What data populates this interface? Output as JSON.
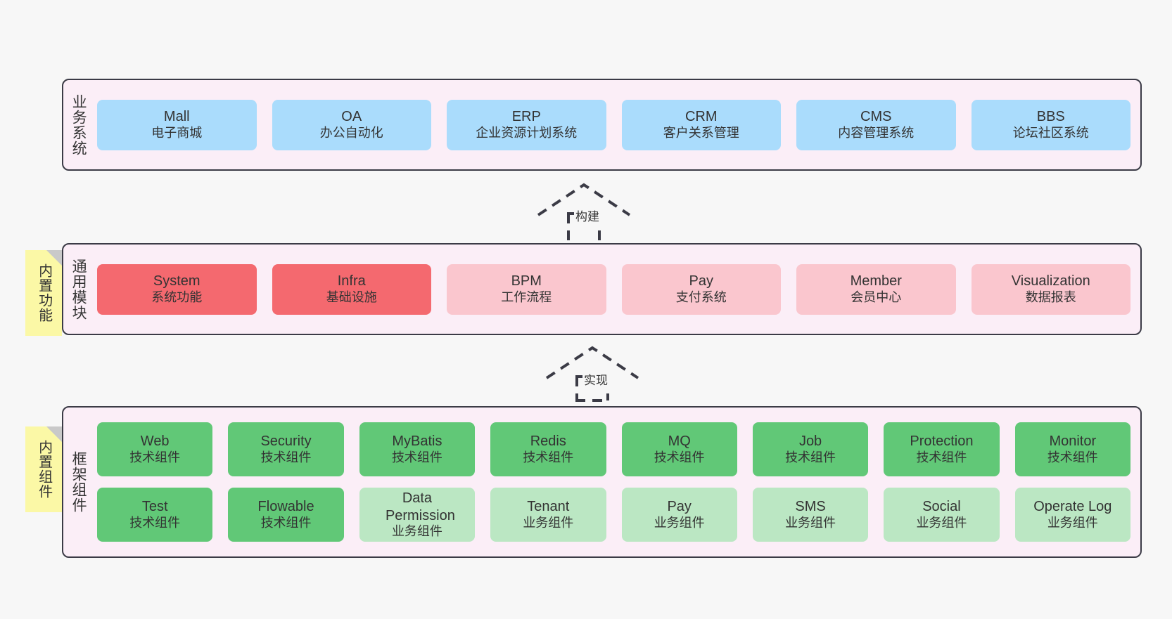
{
  "diagram": {
    "title": "ruoyi-vue-pro architecture layers",
    "background_color": "#f7f7f7",
    "layer_fill": "#fbeef7",
    "layer_border": "#3b3b46",
    "note_fill": "#fbf8a6"
  },
  "layers": [
    {
      "id": "business-system",
      "title": "业务系统",
      "rows": [
        {
          "nodes": [
            {
              "name": "Mall",
              "sub": "电子商城",
              "color": "#aadcfc",
              "style": "blue"
            },
            {
              "name": "OA",
              "sub": "办公自动化",
              "color": "#aadcfc",
              "style": "blue"
            },
            {
              "name": "ERP",
              "sub": "企业资源计划系统",
              "color": "#aadcfc",
              "style": "blue"
            },
            {
              "name": "CRM",
              "sub": "客户关系管理",
              "color": "#aadcfc",
              "style": "blue"
            },
            {
              "name": "CMS",
              "sub": "内容管理系统",
              "color": "#aadcfc",
              "style": "blue"
            },
            {
              "name": "BBS",
              "sub": "论坛社区系统",
              "color": "#aadcfc",
              "style": "blue"
            }
          ]
        }
      ]
    },
    {
      "id": "common-module",
      "title": "通用模块",
      "note": "内置功能",
      "rows": [
        {
          "nodes": [
            {
              "name": "System",
              "sub": "系统功能",
              "color": "#f4696f",
              "style": "red"
            },
            {
              "name": "Infra",
              "sub": "基础设施",
              "color": "#f4696f",
              "style": "red"
            },
            {
              "name": "BPM",
              "sub": "工作流程",
              "color": "#fac6ce",
              "style": "pink"
            },
            {
              "name": "Pay",
              "sub": "支付系统",
              "color": "#fac6ce",
              "style": "pink"
            },
            {
              "name": "Member",
              "sub": "会员中心",
              "color": "#fac6ce",
              "style": "pink"
            },
            {
              "name": "Visualization",
              "sub": "数据报表",
              "color": "#fac6ce",
              "style": "pink"
            }
          ]
        }
      ]
    },
    {
      "id": "framework-component",
      "title": "框架组件",
      "note": "内置组件",
      "rows": [
        {
          "nodes": [
            {
              "name": "Web",
              "sub": "技术组件",
              "color": "#61c877",
              "style": "green"
            },
            {
              "name": "Security",
              "sub": "技术组件",
              "color": "#61c877",
              "style": "green"
            },
            {
              "name": "MyBatis",
              "sub": "技术组件",
              "color": "#61c877",
              "style": "green"
            },
            {
              "name": "Redis",
              "sub": "技术组件",
              "color": "#61c877",
              "style": "green"
            },
            {
              "name": "MQ",
              "sub": "技术组件",
              "color": "#61c877",
              "style": "green"
            },
            {
              "name": "Job",
              "sub": "技术组件",
              "color": "#61c877",
              "style": "green"
            },
            {
              "name": "Protection",
              "sub": "技术组件",
              "color": "#61c877",
              "style": "green"
            },
            {
              "name": "Monitor",
              "sub": "技术组件",
              "color": "#61c877",
              "style": "green"
            }
          ]
        },
        {
          "nodes": [
            {
              "name": "Test",
              "sub": "技术组件",
              "color": "#61c877",
              "style": "green"
            },
            {
              "name": "Flowable",
              "sub": "技术组件",
              "color": "#61c877",
              "style": "green"
            },
            {
              "name": "Data Permission",
              "sub": "业务组件",
              "color": "#bbe7c3",
              "style": "lgreen"
            },
            {
              "name": "Tenant",
              "sub": "业务组件",
              "color": "#bbe7c3",
              "style": "lgreen"
            },
            {
              "name": "Pay",
              "sub": "业务组件",
              "color": "#bbe7c3",
              "style": "lgreen"
            },
            {
              "name": "SMS",
              "sub": "业务组件",
              "color": "#bbe7c3",
              "style": "lgreen"
            },
            {
              "name": "Social",
              "sub": "业务组件",
              "color": "#bbe7c3",
              "style": "lgreen"
            },
            {
              "name": "Operate Log",
              "sub": "业务组件",
              "color": "#bbe7c3",
              "style": "lgreen"
            }
          ]
        }
      ]
    }
  ],
  "connectors": [
    {
      "id": "build",
      "label": "构建",
      "from": "common-module",
      "to": "business-system",
      "style": "dashed-hollow-arrow-up"
    },
    {
      "id": "implement",
      "label": "实现",
      "from": "framework-component",
      "to": "common-module",
      "style": "dashed-hollow-arrow-up"
    }
  ]
}
